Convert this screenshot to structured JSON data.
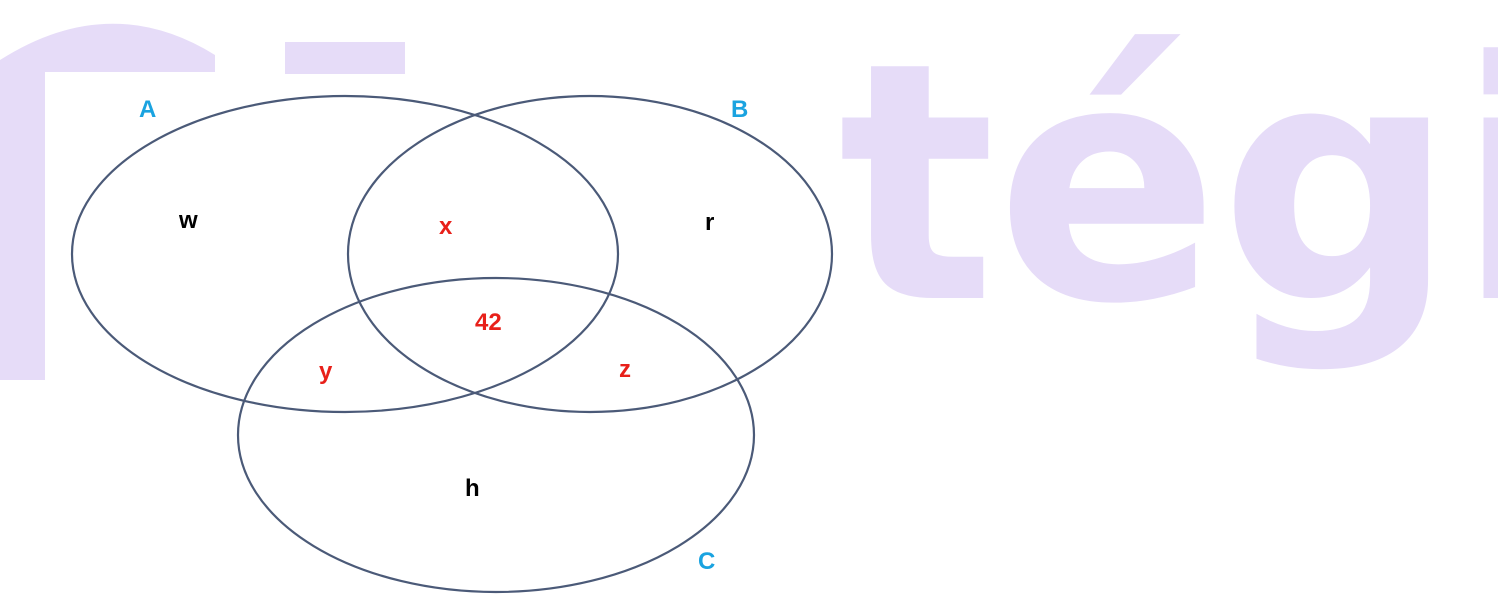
{
  "watermark": {
    "text": "tégia",
    "color": "#e6dcf8"
  },
  "sets": {
    "a_label": "A",
    "b_label": "B",
    "c_label": "C",
    "label_color": "#1aa3e0",
    "outline_color": "#4b5a78"
  },
  "regions": {
    "only_a": "w",
    "only_b": "r",
    "only_c": "h",
    "a_and_b": "x",
    "a_and_c": "y",
    "b_and_c": "z",
    "all_three": "42",
    "dark_color": "#000000",
    "accent_color": "#e8201a"
  }
}
